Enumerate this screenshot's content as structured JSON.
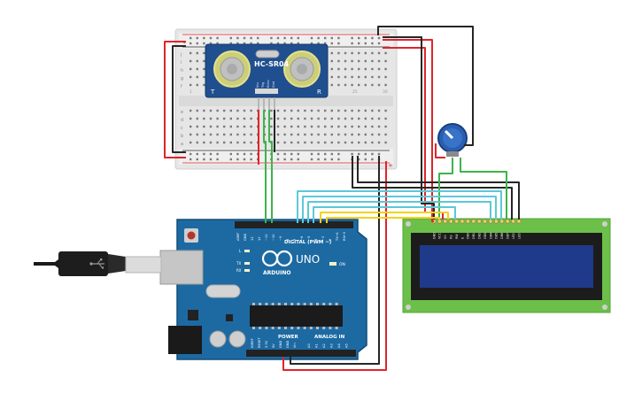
{
  "sensor": {
    "model": "HC-SR04",
    "left_mark": "T",
    "right_mark": "R",
    "pins": [
      "Vcc",
      "Trig",
      "Echo",
      "Gnd"
    ]
  },
  "breadboard": {
    "row_letters_top": [
      "j",
      "i",
      "h",
      "g",
      "f"
    ],
    "row_letters_bottom": [
      "e",
      "d",
      "c",
      "b",
      "a"
    ],
    "column_numbers": [
      "1",
      "5",
      "10",
      "15",
      "20",
      "25",
      "30"
    ],
    "rail_plus": "+",
    "rail_minus": "-"
  },
  "arduino": {
    "brand": "ARDUINO",
    "model": "UNO",
    "digital_label": "DIGITAL (PWM ~)",
    "power_label": "POWER",
    "analog_label": "ANALOG IN",
    "on_label": "ON",
    "tx_label": "TX",
    "rx_label": "RX",
    "l_label": "L",
    "top_pins": [
      "AREF",
      "GND",
      "13",
      "12",
      "~11",
      "~10",
      "~9",
      "8",
      "7",
      "~6",
      "~5",
      "4",
      "~3",
      "2",
      "TX→1",
      "RX←0"
    ],
    "power_pins": [
      "IOREF",
      "RESET",
      "3.3V",
      "5V",
      "GND",
      "GND",
      "Vin"
    ],
    "analog_pins": [
      "A0",
      "A1",
      "A2",
      "A3",
      "A4",
      "A5"
    ]
  },
  "lcd": {
    "pins": [
      "GND",
      "VCC",
      "V0",
      "RS",
      "RW",
      "E",
      "DB0",
      "DB1",
      "DB2",
      "DB3",
      "DB4",
      "DB5",
      "DB6",
      "DB7",
      "LED",
      "LED"
    ]
  },
  "colors": {
    "wire_red": "#e0242b",
    "wire_black": "#262626",
    "wire_green": "#3db34a",
    "wire_cyan": "#5cc8d8",
    "wire_yellow": "#f2d21b",
    "board_blue": "#1d6aa3",
    "sensor_blue": "#1f4f8f",
    "lcd_green": "#6cc04a",
    "lcd_screen": "#1f3a8a",
    "pot_blue": "#2a5fb0"
  }
}
